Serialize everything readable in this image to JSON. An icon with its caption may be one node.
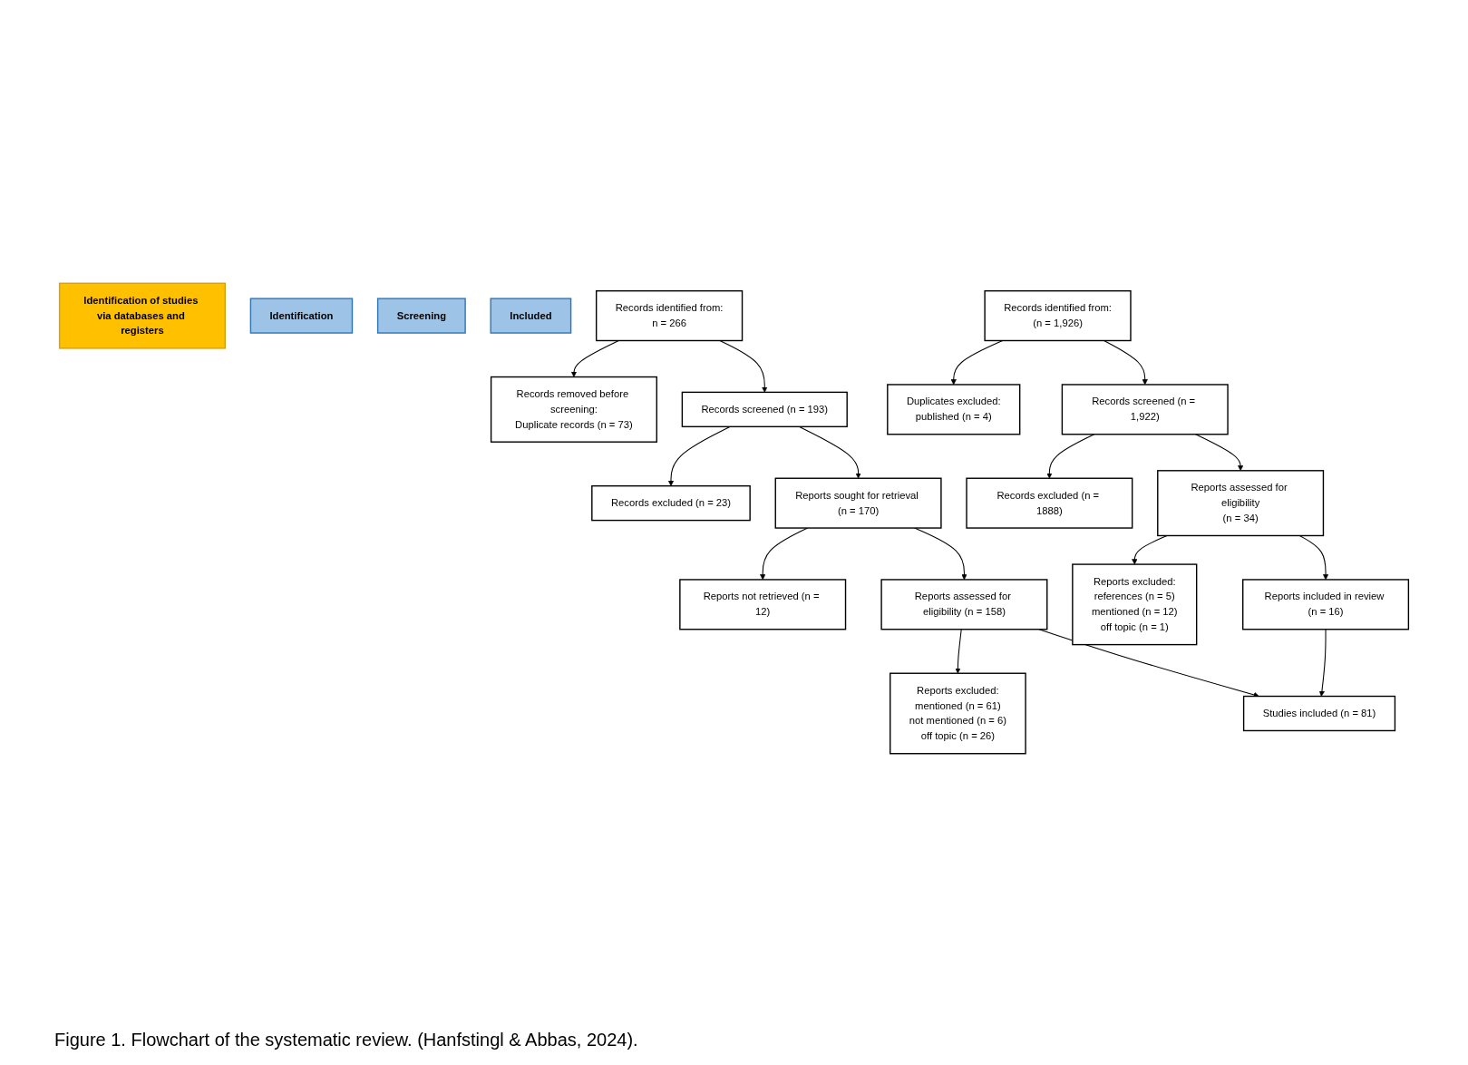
{
  "diagram": {
    "caption": "Figure 1. Flowchart of the systematic review. (Hanfstingl & Abbas, 2024).",
    "nodes": [
      {
        "text": [
          "Identification of studies via databases and registers"
        ]
      },
      {
        "text": [
          "Identification"
        ]
      },
      {
        "text": [
          "Screening"
        ]
      },
      {
        "text": [
          "Included"
        ]
      },
      {
        "text": [
          "Records identified from:",
          "n = 266"
        ]
      },
      {
        "text": [
          "Records removed before screening:",
          "Duplicate records (n = 73)"
        ]
      },
      {
        "text": [
          "Records identified from:",
          "(n = 1,926)"
        ]
      },
      {
        "text": [
          "Duplicates excluded:",
          "published (n = 4)"
        ]
      },
      {
        "text": [
          "Records screened (n = 193)"
        ]
      },
      {
        "text": [
          "Records excluded (n = 23)"
        ]
      },
      {
        "text": [
          "Records screened (n = 1,922)"
        ]
      },
      {
        "text": [
          "Records excluded (n = 1888)"
        ]
      },
      {
        "text": [
          "Reports sought for retrieval (n = 170)"
        ]
      },
      {
        "text": [
          "Reports not retrieved (n = 12)"
        ]
      },
      {
        "text": [
          "Reports assessed for eligibility (n = 158)"
        ]
      },
      {
        "text": [
          "Reports excluded:",
          "mentioned (n = 61)",
          "not mentioned (n = 6)",
          "off topic (n = 26)"
        ]
      },
      {
        "text": [
          "Reports assessed for eligibility",
          "(n = 34)"
        ]
      },
      {
        "text": [
          "Reports excluded:",
          "references (n = 5)",
          "mentioned (n = 12)",
          "off topic (n = 1)"
        ]
      },
      {
        "text": [
          "Studies included (n = 81)"
        ]
      },
      {
        "text": [
          "Reports included in review (n = 16)"
        ]
      }
    ],
    "edges": [
      {
        "from": 4,
        "to": 5,
        "arrow": "to"
      },
      {
        "from": 4,
        "to": 8,
        "arrow": "to"
      },
      {
        "from": 6,
        "to": 7,
        "arrow": "to"
      },
      {
        "from": 6,
        "to": 10,
        "arrow": "to"
      },
      {
        "from": 8,
        "to": 9,
        "arrow": "to"
      },
      {
        "from": 8,
        "to": 12,
        "arrow": "to"
      },
      {
        "from": 10,
        "to": 11,
        "arrow": "to"
      },
      {
        "from": 10,
        "to": 16,
        "arrow": "to"
      },
      {
        "from": 12,
        "to": 13,
        "arrow": "to"
      },
      {
        "from": 12,
        "to": 14,
        "arrow": "to"
      },
      {
        "from": 14,
        "to": 15,
        "arrow": "to"
      },
      {
        "from": 14,
        "to": 18,
        "arrow": "to"
      },
      {
        "from": 16,
        "to": 17,
        "arrow": "to"
      },
      {
        "from": 16,
        "to": 19,
        "arrow": "to"
      },
      {
        "from": 19,
        "to": 18,
        "arrow": "to"
      }
    ]
  }
}
